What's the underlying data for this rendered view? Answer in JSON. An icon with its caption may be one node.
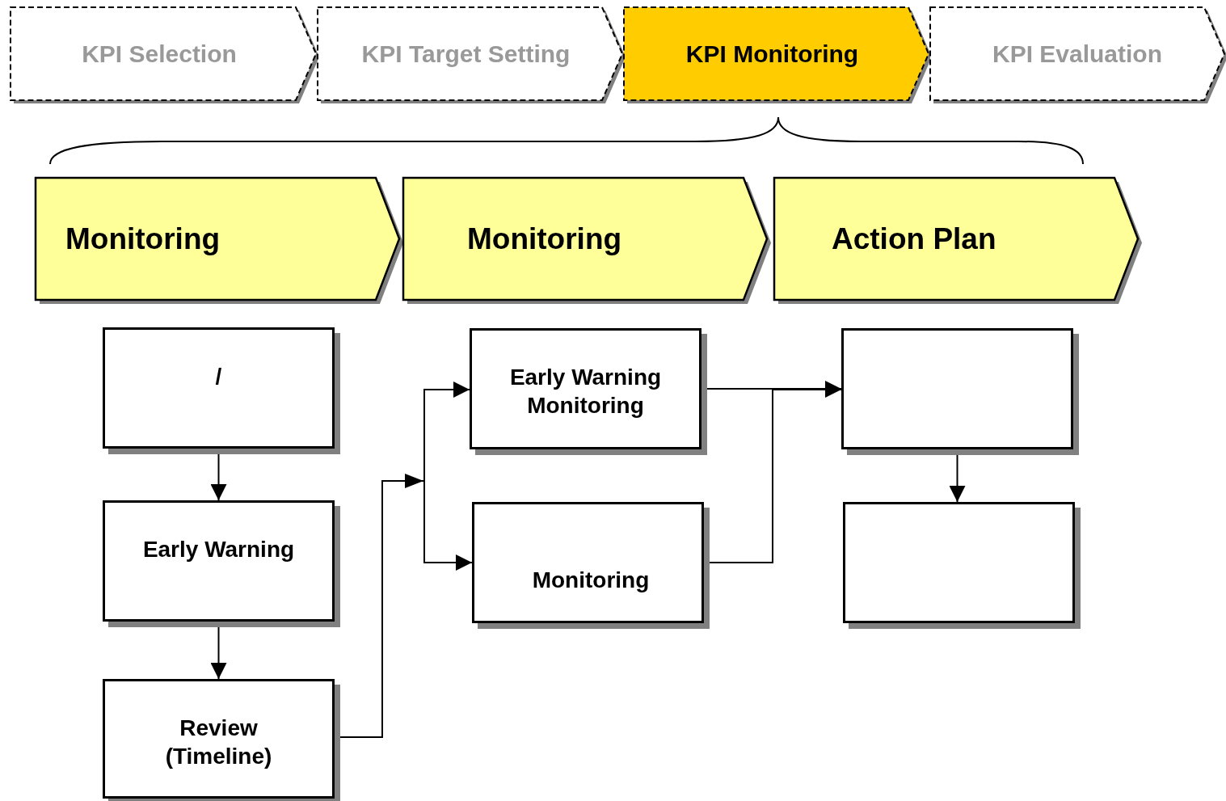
{
  "diagram": {
    "nodes": [
      {
        "text": [
          "KPI Selection"
        ]
      },
      {
        "text": [
          "KPI Target Setting"
        ]
      },
      {
        "text": [
          "KPI Monitoring"
        ]
      },
      {
        "text": [
          "KPI Evaluation"
        ]
      },
      {
        "text": [
          "Monitoring"
        ]
      },
      {
        "text": [
          "Monitoring"
        ]
      },
      {
        "text": [
          "Action Plan"
        ]
      },
      {
        "text": [
          "/"
        ]
      },
      {
        "text": [
          "Early Warning"
        ]
      },
      {
        "text": [
          "Review (Timeline)"
        ]
      },
      {
        "text": [
          "Early Warning Monitoring"
        ]
      },
      {
        "text": [
          "Monitoring"
        ]
      },
      {
        "text": [],
        "shape": "box"
      },
      {
        "text": [],
        "shape": "box"
      }
    ],
    "edges": [
      {
        "from": 7,
        "to": 8,
        "arrow": "to"
      },
      {
        "from": 8,
        "to": 9,
        "arrow": "to"
      },
      {
        "from": 9,
        "to": 10,
        "arrow": "to"
      },
      {
        "from": 9,
        "to": 11,
        "arrow": "to"
      },
      {
        "from": 10,
        "to": 12,
        "arrow": "to"
      },
      {
        "from": 11,
        "to": 12,
        "arrow": "to"
      },
      {
        "from": 12,
        "to": 13,
        "arrow": "to"
      }
    ]
  }
}
